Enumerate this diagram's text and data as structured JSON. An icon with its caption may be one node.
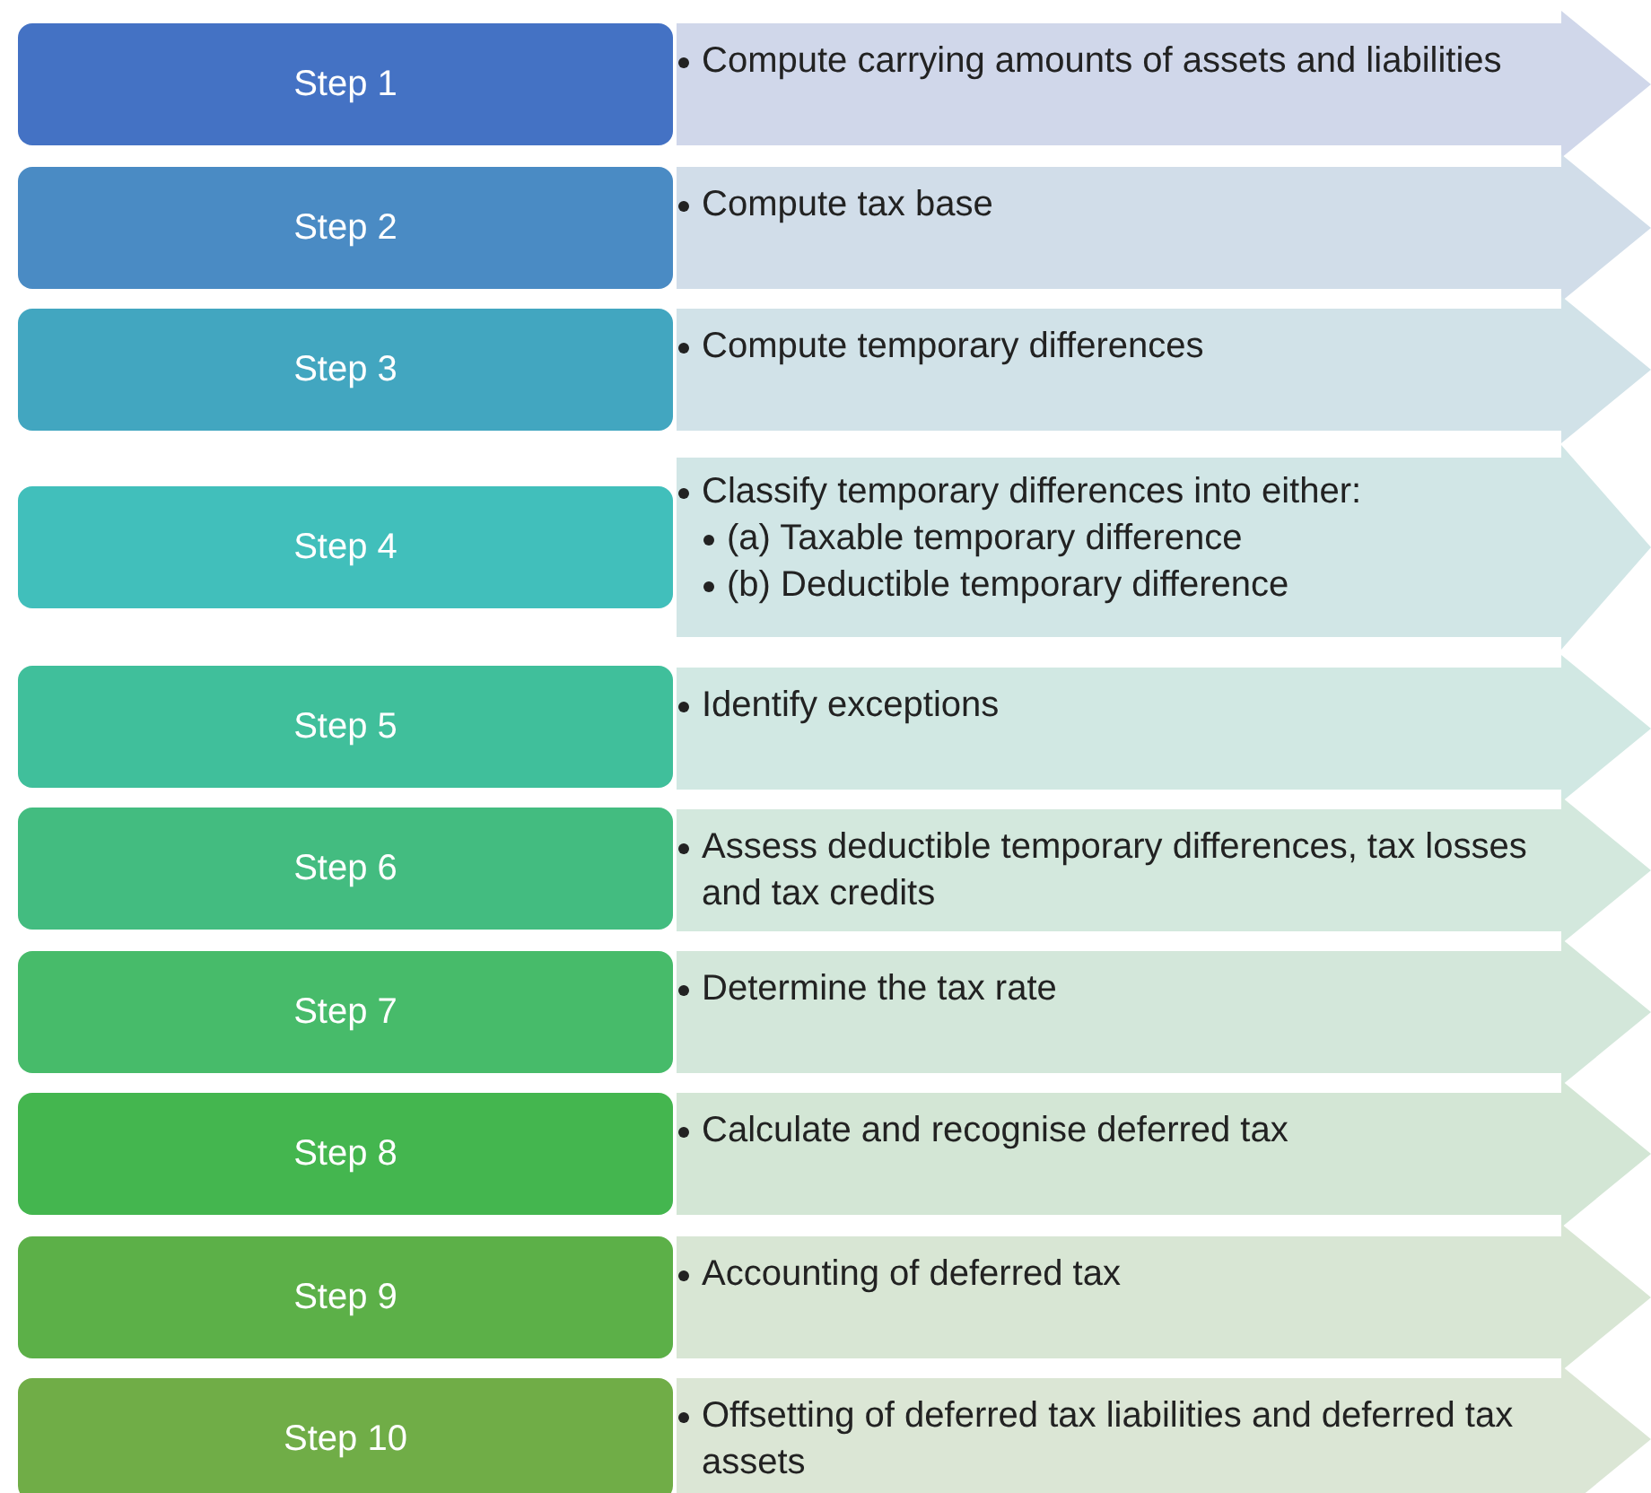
{
  "diagram": {
    "nodes": [
      {
        "text": [
          "Step 1"
        ]
      },
      {
        "text": [
          "Compute carrying amounts of assets and liabilities"
        ]
      },
      {
        "text": [
          "Step 2"
        ]
      },
      {
        "text": [
          "Compute tax base"
        ]
      },
      {
        "text": [
          "Step 3"
        ]
      },
      {
        "text": [
          "Compute temporary differences"
        ]
      },
      {
        "text": [
          "Step 4"
        ]
      },
      {
        "text": [
          "Classify temporary differences into either:",
          "(a) Taxable temporary difference",
          "(b) Deductible temporary difference"
        ]
      },
      {
        "text": [
          "Step 5"
        ]
      },
      {
        "text": [
          "Identify exceptions"
        ]
      },
      {
        "text": [
          "Step 6"
        ]
      },
      {
        "text": [
          "Assess deductible temporary differences, tax losses and tax credits"
        ]
      },
      {
        "text": [
          "Step 7"
        ]
      },
      {
        "text": [
          "Determine the tax rate"
        ]
      },
      {
        "text": [
          "Step 8"
        ]
      },
      {
        "text": [
          "Calculate and recognise deferred tax"
        ]
      },
      {
        "text": [
          "Step 9"
        ]
      },
      {
        "text": [
          "Accounting of deferred tax"
        ]
      },
      {
        "text": [
          "Step 10"
        ]
      },
      {
        "text": [
          "Offsetting of deferred tax liabilities and deferred tax assets"
        ]
      }
    ]
  }
}
